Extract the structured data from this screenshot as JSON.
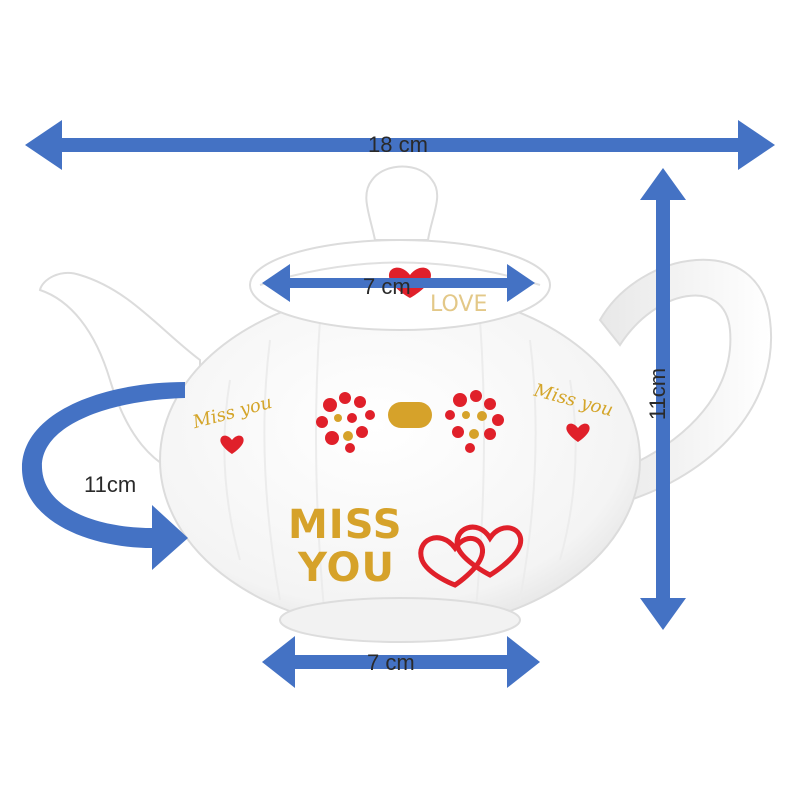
{
  "colors": {
    "arrow": "#4472c4",
    "porcelain": "#ffffff",
    "shadow": "#e2e2e2",
    "gold": "#d6a22a",
    "red": "#e0202a"
  },
  "dimensions": {
    "overall_width": "18 cm",
    "lid_width": "7 cm",
    "height": "11cm",
    "circumference": "11cm",
    "base_width": "7 cm"
  },
  "decoration": {
    "cursive_left": "Miss you",
    "cursive_right": "Miss you",
    "big_line1": "MISS",
    "big_line2": "YOU",
    "lid_text": "LOVE"
  }
}
